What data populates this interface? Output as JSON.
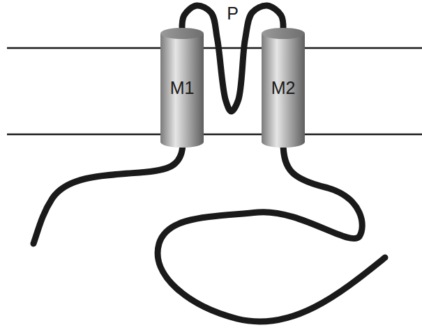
{
  "diagram": {
    "nodes": [
      {
        "text": [
          "M1"
        ]
      },
      {
        "text": [
          "M2"
        ]
      }
    ],
    "edges": [
      {
        "from": 0,
        "to": 1,
        "arrow": "none",
        "label": "P"
      }
    ]
  }
}
